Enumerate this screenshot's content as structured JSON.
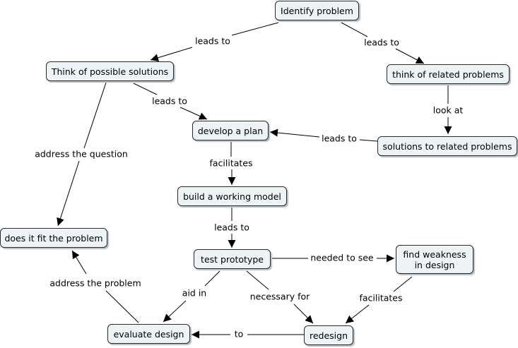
{
  "concepts": {
    "identify_problem": "Identify problem",
    "think_solutions": "Think of possible solutions",
    "think_related": "think of related problems",
    "develop_plan": "develop a plan",
    "solutions_related": "solutions to related problems",
    "build_model": "build a working model",
    "fit_problem": "does it fit the problem",
    "test_prototype": "test prototype",
    "find_weakness": "find weakness in design",
    "evaluate_design": "evaluate design",
    "redesign": "redesign"
  },
  "links": {
    "ip_ts": "leads to",
    "ip_tr": "leads to",
    "ts_dp": "leads to",
    "ts_fit": "address the question",
    "tr_sr": "look at",
    "sr_dp": "leads to",
    "dp_bm": "facilitates",
    "bm_tp": "leads to",
    "tp_fw": "needed to see",
    "tp_ed": "aid in",
    "tp_rd": "necessary for",
    "fw_rd": "facilitates",
    "rd_ed": "to",
    "ed_fit": "address the problem"
  },
  "colors": {
    "node_fill": "#eef3f6",
    "node_border": "#2a2a2a",
    "line": "#000000"
  }
}
